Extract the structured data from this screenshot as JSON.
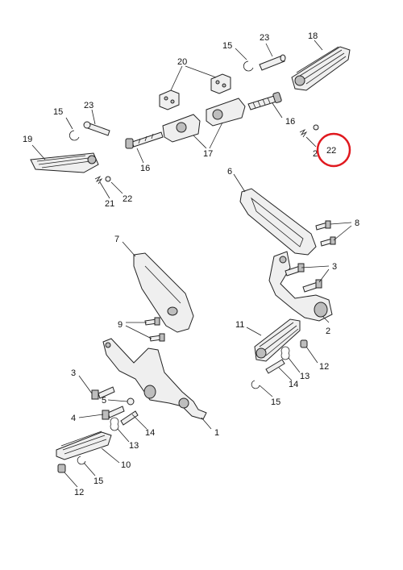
{
  "labels": {
    "p1": "1",
    "p2": "2",
    "p3a": "3",
    "p3b": "3",
    "p4": "4",
    "p5": "5",
    "p6": "6",
    "p7": "7",
    "p8": "8",
    "p9": "9",
    "p10": "10",
    "p11": "11",
    "p12a": "12",
    "p12b": "12",
    "p13a": "13",
    "p13b": "13",
    "p14a": "14",
    "p14b": "14",
    "p15a": "15",
    "p15b": "15",
    "p15c": "15",
    "p15d": "15",
    "p16a": "16",
    "p16b": "16",
    "p17": "17",
    "p18": "18",
    "p19": "19",
    "p20": "20",
    "p21a": "21",
    "p21b": "2",
    "p22a": "22",
    "p22b": "22",
    "p23a": "23",
    "p23b": "23"
  },
  "highlight": {
    "color": "#e0191f"
  }
}
